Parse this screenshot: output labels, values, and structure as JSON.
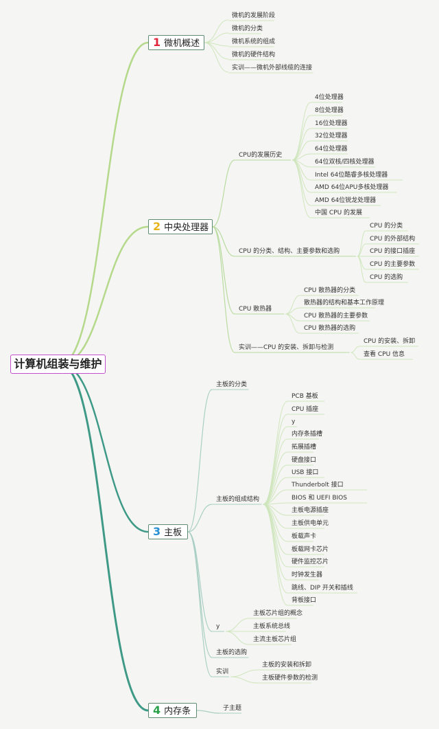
{
  "root": "计算机组装与维护",
  "colors": {
    "root_border": "#c34fce",
    "num1": "#e0263a",
    "num2": "#e8b41c",
    "num3": "#2a90d4",
    "num4": "#2aa14a",
    "branch_light": "#b5d98a",
    "branch_teal": "#3e9a86"
  },
  "sections": [
    {
      "num": "1",
      "label": "微机概述",
      "items": [
        "微机的发展阶段",
        "微机的分类",
        "微机系统的组成",
        "微机的硬件结构",
        "实训——微机外部线缆的连接"
      ]
    },
    {
      "num": "2",
      "label": "中央处理器",
      "groups": [
        {
          "label": "CPU的发展历史",
          "items": [
            "4位处理器",
            "8位处理器",
            "16位处理器",
            "32位处理器",
            "64位处理器",
            "64位双核/四核处理器",
            "Intel 64位酷睿多核处理器",
            "AMD 64位APU多核处理器",
            "AMD 64位锐龙处理器",
            "中国 CPU 的发展"
          ]
        },
        {
          "label": "CPU 的分类、结构、主要参数和选购",
          "items": [
            "CPU 的分类",
            "CPU 的外部结构",
            "CPU 的接口插座",
            "CPU 的主要参数",
            "CPU 的选购"
          ]
        },
        {
          "label": "CPU 散热器",
          "items": [
            "CPU 散热器的分类",
            "散热器的结构和基本工作原理",
            "CPU 散热器的主要参数",
            "CPU 散热器的选购"
          ]
        },
        {
          "label": "实训——CPU 的安装、拆卸与检测",
          "items": [
            "CPU 的安装、拆卸",
            "查看 CPU 信息"
          ]
        }
      ]
    },
    {
      "num": "3",
      "label": "主板",
      "groups": [
        {
          "label": "主板的分类",
          "items": []
        },
        {
          "label": "主板的组成结构",
          "items": [
            "PCB 基板",
            "CPU 插座",
            "y",
            "内存条插槽",
            "拓展插槽",
            "硬盘接口",
            "USB 接口",
            "Thunderbolt 接口",
            "BIOS 和 UEFI BIOS",
            "主板电源插座",
            "主板供电单元",
            "板载声卡",
            "板载网卡芯片",
            "硬件监控芯片",
            "时钟发生器",
            "跳线、DIP 开关和插线",
            "背板接口"
          ]
        },
        {
          "label": "y",
          "items": [
            "主板芯片组的概念",
            "主板系统总线",
            "主流主板芯片组"
          ]
        },
        {
          "label": "主板的选购",
          "items": []
        },
        {
          "label": "实训",
          "items": [
            "主板的安装和拆卸",
            "主板硬件参数的检测"
          ]
        }
      ]
    },
    {
      "num": "4",
      "label": "内存条",
      "groups": [
        {
          "label": "子主题",
          "items": []
        }
      ]
    }
  ]
}
